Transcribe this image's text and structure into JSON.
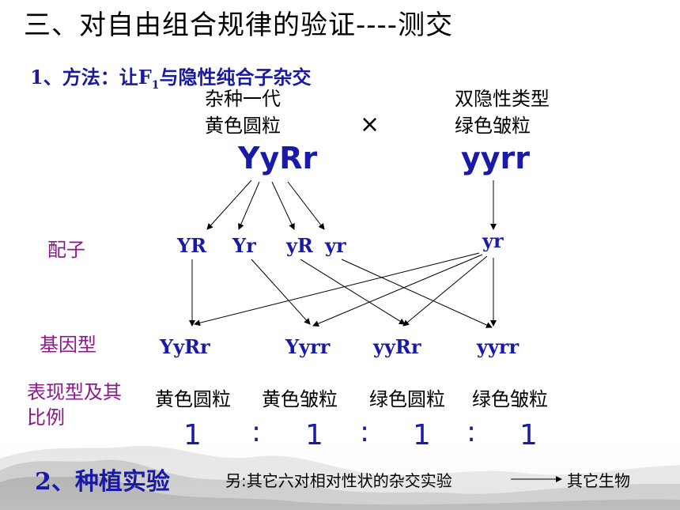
{
  "title": "三、对自由组合规律的验证----测交",
  "method": {
    "prefix": "1、方法：让F",
    "sub": "1",
    "suffix": "与隐性纯合子杂交"
  },
  "parent1": {
    "line1": "杂种一代",
    "line2": "黄色圆粒",
    "genotype": "YyRr"
  },
  "parent2": {
    "line1": "双隐性类型",
    "line2": "绿色皱粒",
    "genotype": "yyrr"
  },
  "cross_symbol": "×",
  "labels": {
    "gametes": "配子",
    "genotype": "基因型",
    "phenotype_line1": "表现型及其",
    "phenotype_line2": "比例"
  },
  "gametes_f1": [
    "YR",
    "Yr",
    "yR",
    "yr"
  ],
  "gamete_recessive": "yr",
  "offspring_genotypes": [
    "YyRr",
    "Yyrr",
    "yyRr",
    "yyrr"
  ],
  "phenotypes": [
    "黄色圆粒",
    "黄色皱粒",
    "绿色圆粒",
    "绿色皱粒"
  ],
  "ratio": [
    "1",
    ":",
    "1",
    ":",
    "1",
    ":",
    "1"
  ],
  "experiment": {
    "title": "2、种植实验",
    "note": "另:其它六对相对性状的杂交实验",
    "note_target": "其它生物"
  }
}
